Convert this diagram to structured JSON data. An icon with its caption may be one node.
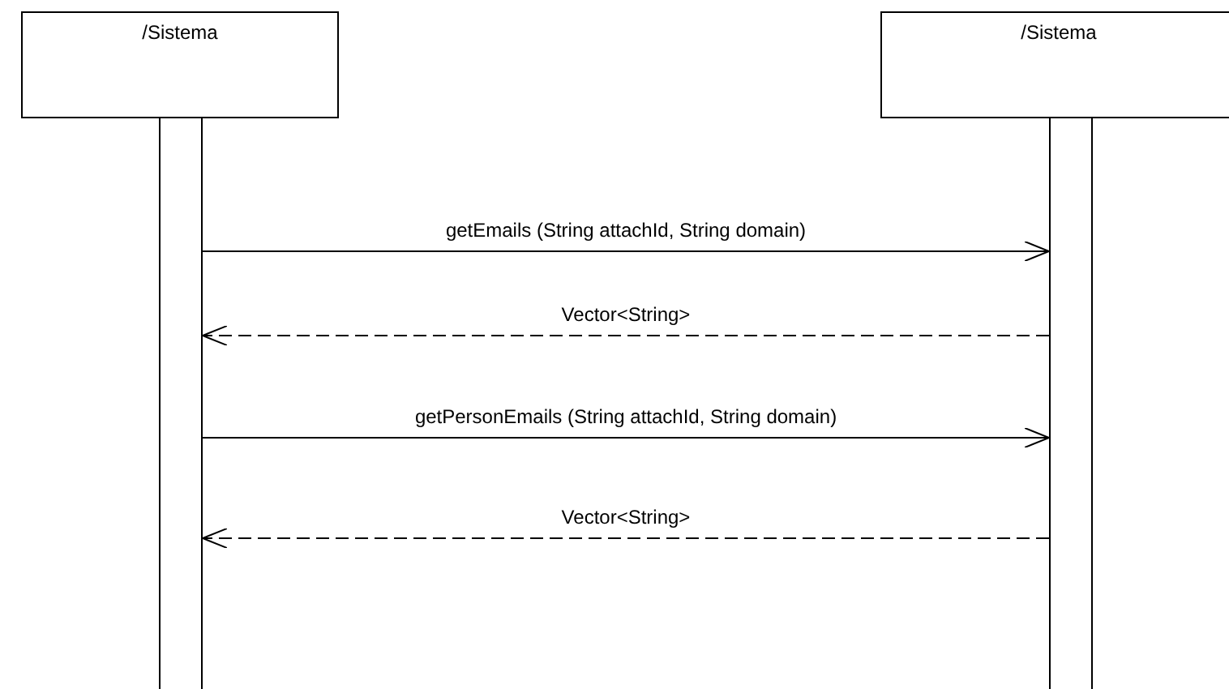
{
  "diagram": {
    "nodes": [
      {
        "text": [
          "/Sistema"
        ]
      },
      {
        "text": [
          "/Sistema"
        ]
      },
      {
        "text": [],
        "shape": "bar"
      },
      {
        "text": [],
        "shape": "bar"
      }
    ],
    "edges": [
      {
        "from": 2,
        "to": 3,
        "arrow": "to",
        "label": "getEmails (String attachId, String domain)"
      },
      {
        "from": 3,
        "to": 2,
        "arrow": "to",
        "label": "Vector<String>",
        "style": "dashed"
      },
      {
        "from": 2,
        "to": 3,
        "arrow": "to",
        "label": "getPersonEmails (String attachId, String domain)"
      },
      {
        "from": 3,
        "to": 2,
        "arrow": "to",
        "label": "Vector<String>",
        "style": "dashed"
      }
    ]
  }
}
